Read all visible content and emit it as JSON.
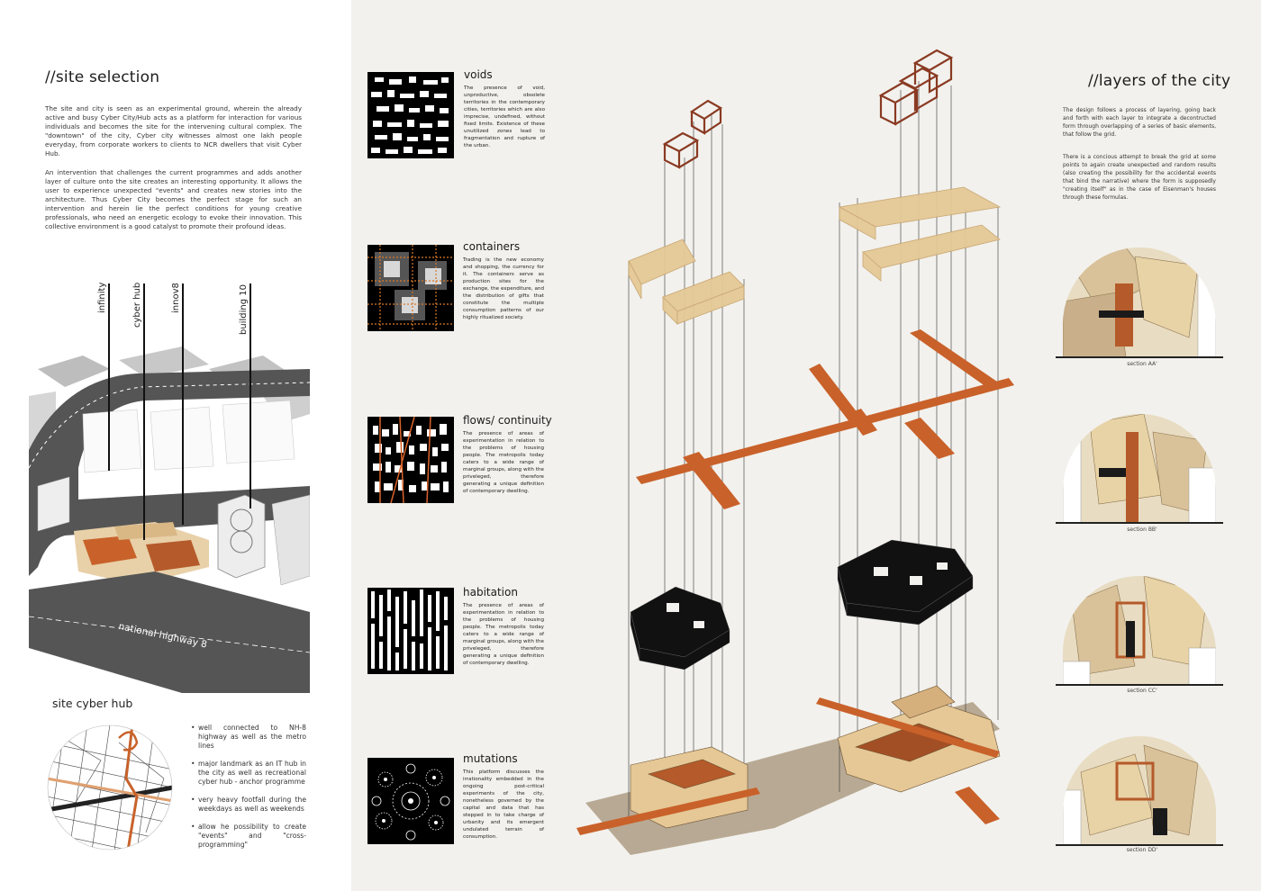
{
  "left": {
    "title": "//site selection",
    "para1": "The site and city is seen as an experimental ground, wherein the already active and busy Cyber City/Hub acts as a platform for interaction for various individuals and becomes the site for the intervening cultural complex. The \"downtown\" of the city, Cyber city witnesses almost one lakh people everyday, from corporate workers to clients to NCR dwellers that visit Cyber Hub.",
    "para2": "An intervention that challenges the current programmes and adds another layer of culture onto the site creates an interesting opportunity. It allows the user to experience unexpected \"events\" and creates new stories into the architecture. Thus Cyber City becomes the perfect stage for such an intervention and herein lie the perfect conditions for young creative professionals, who need an energetic ecology to evoke their innovation. This collective environment is a good catalyst to promote their profound ideas.",
    "callouts": [
      "infinity",
      "cyber hub",
      "innov8",
      "building 10"
    ],
    "road_label": "national highway 8",
    "site_title": "site cyber hub",
    "bullets": [
      "well connected to NH-8 highway as well as the metro lines",
      "major landmark as an IT hub in the city as well as recreational cyber hub - anchor programme",
      "very heavy footfall during the weekdays as well as weekends",
      "allow he possibility to create \"events\" and \"cross-programming\""
    ]
  },
  "cards": [
    {
      "title": "voids",
      "text": "The presence of void, unproductive, obsolete territories in the contemporary cities, territories which are also imprecise, undefined, without fixed limits. Existence of these unutilized zones lead to fragmentation and rupture of the urban."
    },
    {
      "title": "containers",
      "text": "Trading is the new economy and shopping, the currency for it. The containers serve as production sites for the exchange, the expenditure, and the distribution of gifts that constitute the multiple consumption patterns of our highly ritualized society."
    },
    {
      "title": "flows/ continuity",
      "text": "The presence of areas of experimentation in relation to the problems of housing people. The metropolis today caters to a wide range of marginal groups, along with the priveleged, therefore generating a unique definition of contemporary dwelling."
    },
    {
      "title": "habitation",
      "text": "The presence of areas of experimentation in relation to the problems of housing people. The metropolis today caters to a wide range of marginal groups, along with the priveleged, therefore generating a unique definition of contemporary dwelling."
    },
    {
      "title": "mutations",
      "text": "This platform discusses the irrationality embedded in the ongoing post-critical experiments of the city, nonetheless governed by the capital and data that has stepped in to take charge of urbanity and its emergent undulated terrain of consumption."
    }
  ],
  "right": {
    "title": "//layers of the city",
    "para1": "The design follows a process of layering, going back and forth with each layer to integrate a decontructed form through overlapping of a series of basic elements, that follow the grid.",
    "para2": "There is a concious attempt to break the grid at some points to again create unexpected and random results (also creating the possibility for the accidental events that bind the narrative) where the form is supposedly \"creating itself\" as in the case of Eisenman's houses through these formulas.",
    "sections": [
      "section AA'",
      "section BB'",
      "section CC'",
      "section DD'"
    ]
  },
  "colors": {
    "accent": "#c8622a",
    "wood": "#e5c896",
    "dark": "#1a1a1a",
    "frame": "#8a3a22"
  }
}
